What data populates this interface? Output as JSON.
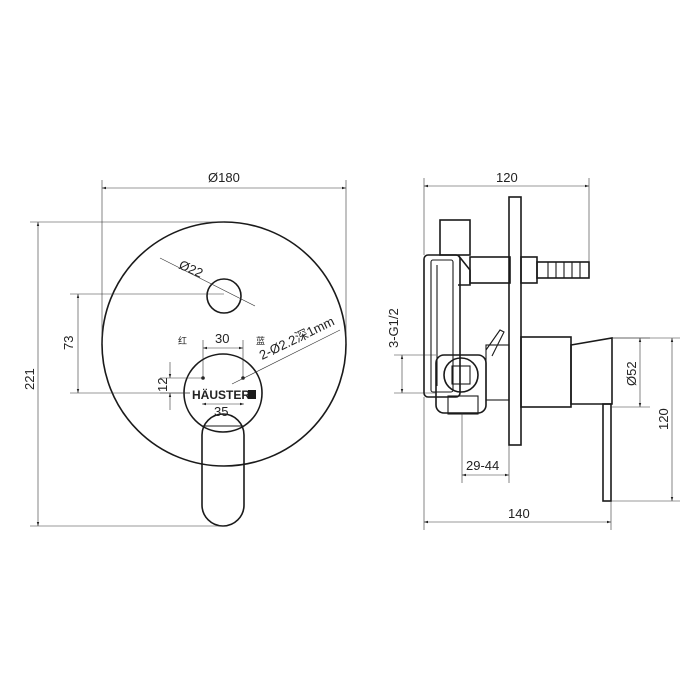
{
  "front_view": {
    "dia_plate": "Ø180",
    "height_total": "221",
    "dia_button": "Ø22",
    "dim_73": "73",
    "dim_30": "30",
    "mark_left": "红",
    "mark_right": "蓝",
    "holes": "2-Ø2.2深1mm",
    "dim_12": "12",
    "dim_35": "35",
    "brand": "HÄUSTER"
  },
  "side_view": {
    "width_top": "120",
    "thread": "3-G1/2",
    "dia_52": "Ø52",
    "height_right": "120",
    "depth_range": "29-44",
    "width_bottom": "140"
  }
}
